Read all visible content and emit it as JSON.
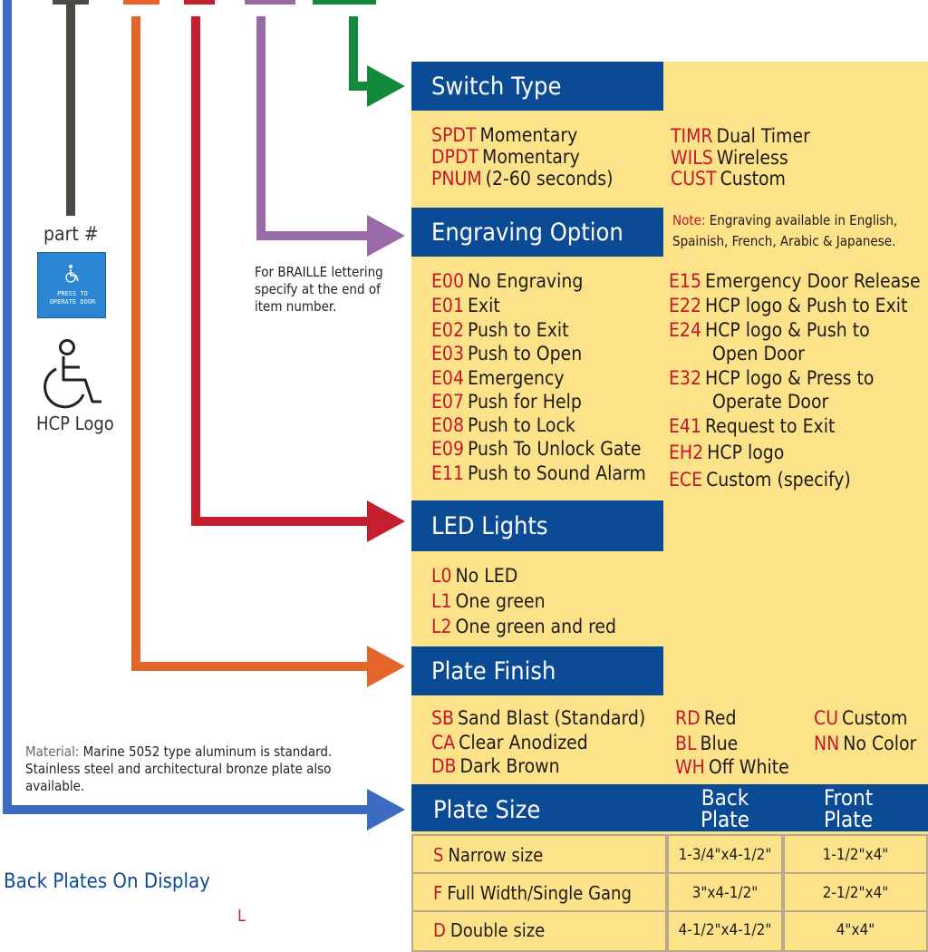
{
  "top_codes": {
    "c1": "-",
    "c2": "-",
    "c3": "-",
    "c4": "-",
    "c5": "-",
    "c6": "-"
  },
  "colors": {
    "blue_line": "#3d6bc1",
    "gray_line": "#494b45",
    "orange_line": "#e3652a",
    "red_line": "#c41f2e",
    "purple_line": "#9a6aa8",
    "green_line": "#138a3b",
    "header_blue": "#0b4a94",
    "panel_yellow": "#fce38a",
    "code_red": "#c6162a"
  },
  "left": {
    "part_label": "part #",
    "button_text_1": "PRESS TO",
    "button_text_2": "OPERATE DOOR",
    "hcp_logo_label": "HCP Logo",
    "braille_note": "For BRAILLE lettering specify at the end of item number.",
    "material_label": "Material:",
    "material_text": " Marine 5052 type aluminum is standard. Stainless steel and architectural bronze plate also available.",
    "back_plates_title": "Back Plates On Display",
    "partial_letter": "L"
  },
  "switch_type": {
    "title": "Switch Type",
    "items": [
      {
        "code": "SPDT",
        "label": "Momentary"
      },
      {
        "code": "DPDT",
        "label": "Momentary"
      },
      {
        "code": "PNUM",
        "label": "(2-60 seconds)"
      },
      {
        "code": "TIMR",
        "label": "Dual Timer"
      },
      {
        "code": "WILS",
        "label": "Wireless"
      },
      {
        "code": "CUST",
        "label": "Custom"
      }
    ]
  },
  "engraving": {
    "title": "Engraving Option",
    "note_label": "Note:",
    "note_text_1": " Engraving available in English,",
    "note_text_2": "Spainish, French, Arabic & Japanese.",
    "items": [
      {
        "code": "E00",
        "label": "No Engraving"
      },
      {
        "code": "E01",
        "label": "Exit"
      },
      {
        "code": "E02",
        "label": "Push to Exit"
      },
      {
        "code": "E03",
        "label": "Push to Open"
      },
      {
        "code": "E04",
        "label": "Emergency"
      },
      {
        "code": "E07",
        "label": "Push for Help"
      },
      {
        "code": "E08",
        "label": "Push to Lock"
      },
      {
        "code": "E09",
        "label": "Push To Unlock Gate"
      },
      {
        "code": "E11",
        "label": "Push to Sound Alarm"
      },
      {
        "code": "E15",
        "label": "Emergency Door Release"
      },
      {
        "code": "E22",
        "label": "HCP logo & Push to Exit"
      },
      {
        "code": "E24",
        "label": "HCP logo & Push to"
      },
      {
        "code": "",
        "label": "Open Door"
      },
      {
        "code": "E32",
        "label": "HCP logo & Press to"
      },
      {
        "code": "",
        "label": "Operate Door"
      },
      {
        "code": "E41",
        "label": "Request to Exit"
      },
      {
        "code": "EH2",
        "label": "HCP logo"
      },
      {
        "code": "ECE",
        "label": "Custom (specify)"
      }
    ]
  },
  "led": {
    "title": "LED Lights",
    "items": [
      {
        "code": "L0",
        "label": "No LED"
      },
      {
        "code": "L1",
        "label": "One green"
      },
      {
        "code": "L2",
        "label": "One green and red"
      }
    ]
  },
  "finish": {
    "title": "Plate Finish",
    "items": [
      {
        "code": "SB",
        "label": "Sand Blast (Standard)"
      },
      {
        "code": "CA",
        "label": "Clear Anodized"
      },
      {
        "code": "DB",
        "label": "Dark Brown"
      },
      {
        "code": "RD",
        "label": "Red"
      },
      {
        "code": "BL",
        "label": "Blue"
      },
      {
        "code": "WH",
        "label": "Off White"
      },
      {
        "code": "CU",
        "label": "Custom"
      },
      {
        "code": "NN",
        "label": "No Color"
      }
    ]
  },
  "size": {
    "title": "Plate Size",
    "col_back_1": "Back",
    "col_back_2": "Plate",
    "col_front_1": "Front",
    "col_front_2": "Plate",
    "rows": [
      {
        "code": "S",
        "label": "Narrow size",
        "back": "1-3/4\"x4-1/2\"",
        "front": "1-1/2\"x4\""
      },
      {
        "code": "F",
        "label": "Full Width/Single Gang",
        "back": "3\"x4-1/2\"",
        "front": "2-1/2\"x4\""
      },
      {
        "code": "D",
        "label": "Double size",
        "back": "4-1/2\"x4-1/2\"",
        "front": "4\"x4\""
      }
    ]
  }
}
